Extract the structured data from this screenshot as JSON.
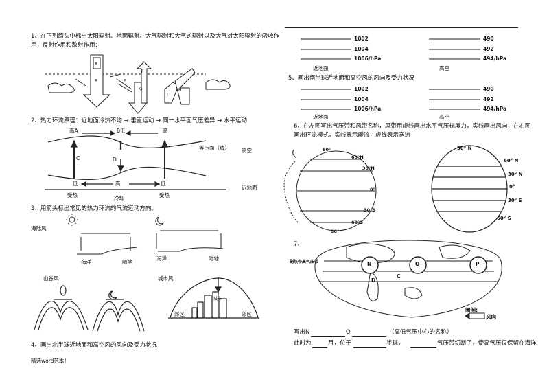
{
  "left": {
    "q1": "1、在下列箭头中标出太阳辐射、地面辐射、大气辐射和大气逆辐射以及大气对太阳辐射的吸收作用，反射作用和散射作用：",
    "q2": "2、热力环流原理：近地面冷热不均 → 垂直运动 → 同一水平面气压差异 → 水平运动",
    "q2_labels": {
      "high_a": "高A",
      "low_b": "B低",
      "high_top": "高",
      "isobar": "等压面（线）",
      "upper": "高空",
      "c": "C",
      "d": "D",
      "low1": "低",
      "high_mid": "高",
      "low2": "低",
      "surface": "近地面",
      "heat1": "受热",
      "cold": "冷却",
      "heat2": "受热"
    },
    "q3": "3、用箭头标出常见的热力环流的气流运动方向。",
    "q3_labels": {
      "sea_land": "海陆风",
      "ocean1": "海洋",
      "land1": "陆地",
      "ocean2": "海洋",
      "land2": "陆地",
      "valley": "山谷风",
      "city": "城市风",
      "suburb1": "郊区",
      "city_label": "城市",
      "suburb2": "郊区"
    },
    "q4": "4、画出北半球近地面和高空风的风向及受力状况",
    "footer": "精选word范本！"
  },
  "right": {
    "pressures_low": [
      "1002",
      "1004",
      "1006/hPa"
    ],
    "pressures_high": [
      "490",
      "492",
      "494/hPa"
    ],
    "label_surface": "近地面",
    "label_upper": "高空",
    "q5": "5、画出南半球近地面和高空风的风向及受力状况",
    "q6": "6、在左图写出气压带和风带名称，风带用虚线画出水平气压梯度力，实线画出风向，在右图画出环流模式，实线表示暖流，虚线表示寒流",
    "globe_left_labels": [
      "90°",
      "60°N",
      "30°N",
      "0°",
      "30°S",
      "60°S",
      "90°"
    ],
    "globe_right_labels": [
      "90° N",
      "60° N",
      "30° N",
      "0°",
      "30° S",
      "60° S"
    ],
    "q7": "7、",
    "map_labels": {
      "n": "N",
      "o": "O",
      "p": "P",
      "c": "C",
      "d": "D",
      "belt": "副热带高气压带",
      "legend": "图例:",
      "wind": "风向"
    },
    "q7_line1_a": "写出N",
    "q7_line1_b": "O",
    "q7_line1_c": "（高低气压中心的名称）",
    "q7_line2_a": "此时为",
    "q7_line2_b": "月，位于",
    "q7_line2_c": "半球，",
    "q7_line2_d": "气压带切断了，使高气压仅保留在海洋"
  }
}
